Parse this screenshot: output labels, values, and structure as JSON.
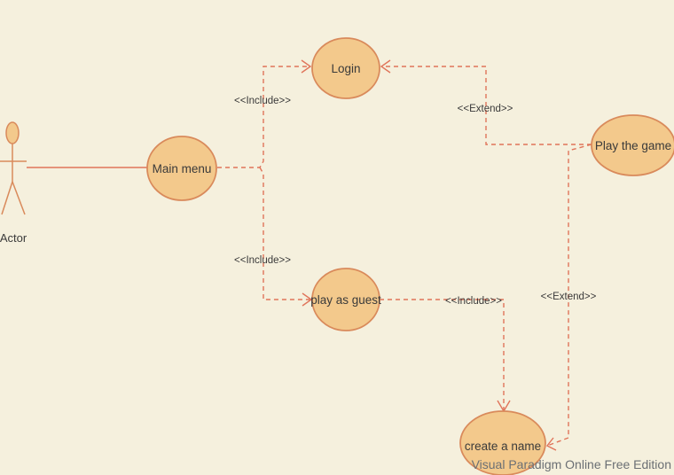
{
  "diagram": {
    "actor": {
      "label": "Actor"
    },
    "use_cases": {
      "login": "Login",
      "main_menu": "Main menu",
      "play_the_game": "Play the game",
      "play_as_guest": "play as guest",
      "create_a_name": "create a name"
    },
    "stereotypes": {
      "include_login": "<<Include>>",
      "include_guest": "<<Include>>",
      "include_create_name": "<<Include>>",
      "extend_login": "<<Extend>>",
      "extend_create_name": "<<Extend>>"
    },
    "colors": {
      "background": "#f5f0dd",
      "use_case_fill": "#f3c98c",
      "use_case_stroke": "#d98a5b",
      "connector": "#e0745a"
    }
  },
  "watermark": "Visual Paradigm Online Free Edition"
}
